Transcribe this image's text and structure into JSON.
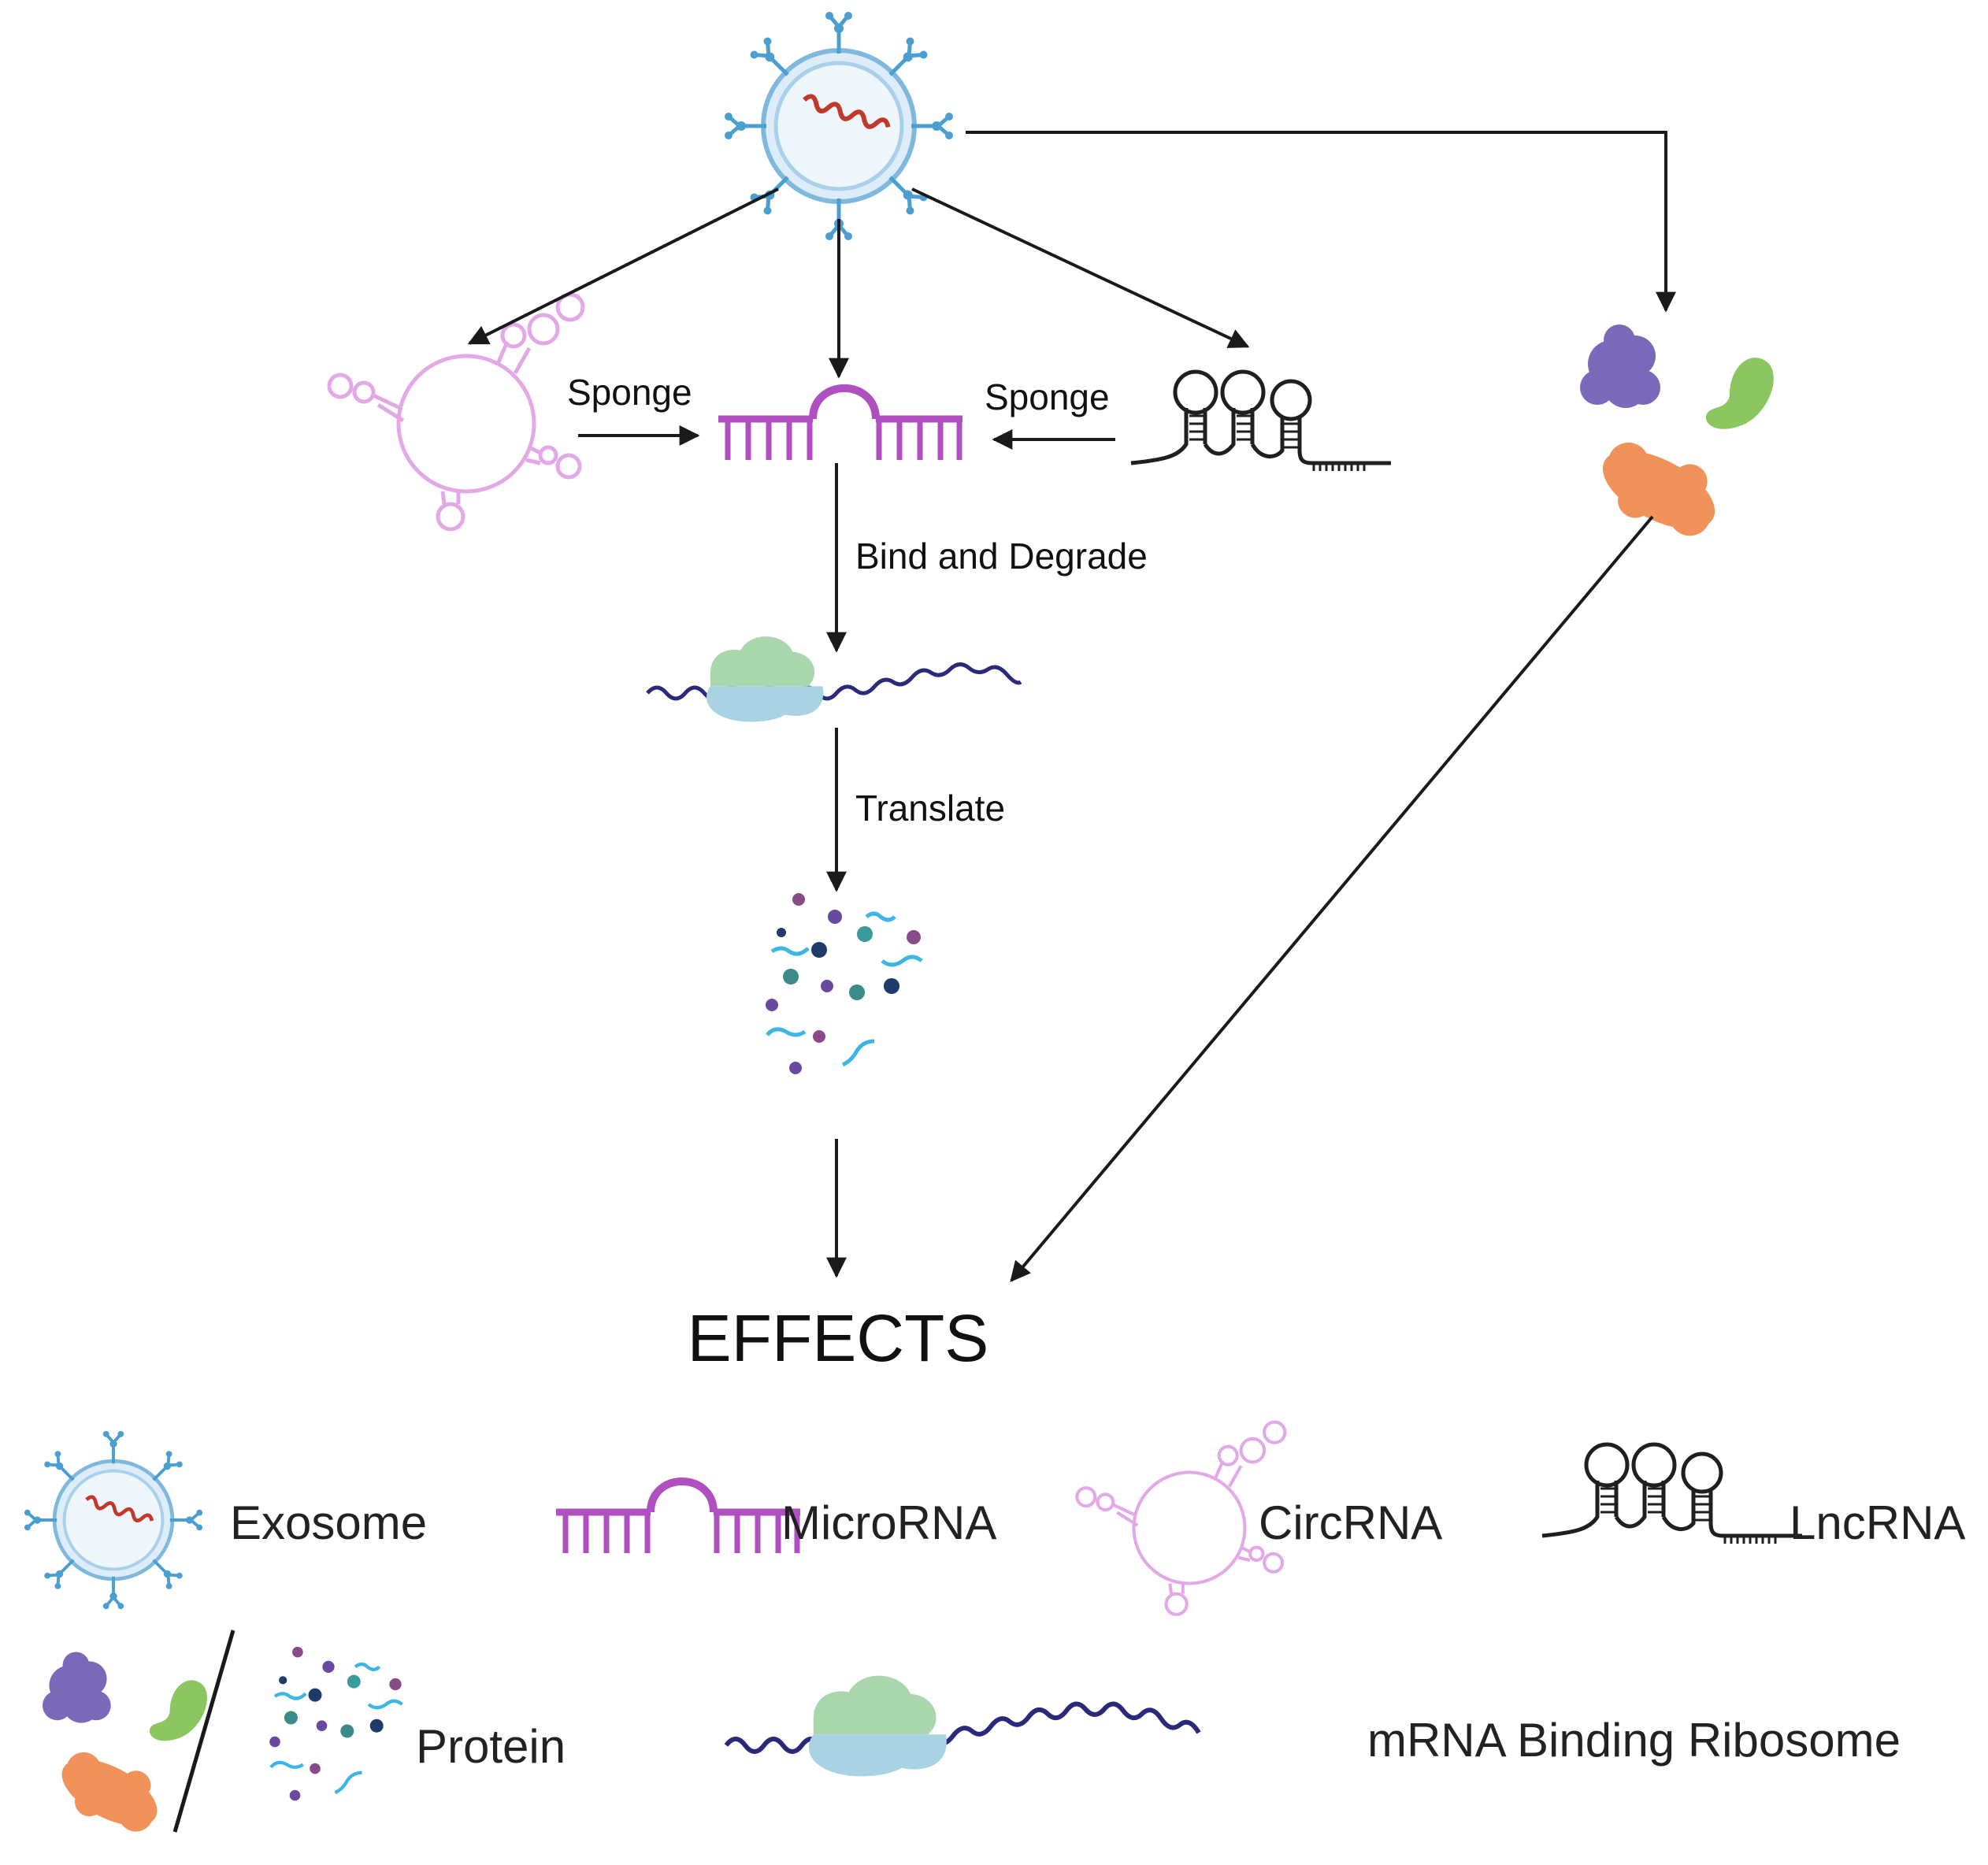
{
  "labels": {
    "sponge_left": "Sponge",
    "sponge_right": "Sponge",
    "bind_and_degrade": "Bind and Degrade",
    "translate": "Translate",
    "effects": "EFFECTS"
  },
  "legend": {
    "exosome": "Exosome",
    "microrna": "MicroRNA",
    "circrna": "CircRNA",
    "lncrna": "LncRNA",
    "protein": "Protein",
    "mrna_ribosome": "mRNA Binding Ribosome"
  },
  "colors": {
    "exosome_blue": "#4a9fd0",
    "exosome_fill": "#e6f2fb",
    "exosome_rna": "#c0392b",
    "microrna": "#b04fc0",
    "circrna": "#e3a9e7",
    "lncrna": "#1f1f1f",
    "protein_purple": "#7a68b8",
    "protein_green": "#8cc660",
    "protein_orange": "#f0925a",
    "mrna_strand": "#2a2a78",
    "ribosome_green": "#a9d6ad",
    "ribosome_blue": "#a9d3e3",
    "arrow": "#1a1a1a"
  }
}
